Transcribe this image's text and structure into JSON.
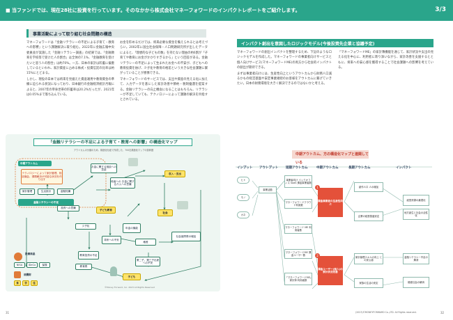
{
  "banner": {
    "text": "■ 当ファンドでは、現在28社に投資を行っています。そのなかから株式会社マネーフォワードのインパクトレポートをご紹介します。",
    "page": "3/3"
  },
  "left": {
    "heading": "事業活動によって取り組む社会問題の構造",
    "paragraphs": [
      "マネーフォワードは「金融リテラシーの不足による子育て・教育への影響」という課題解決に取り組む。2022年に金融広報中央委員会が実施した「金融リテラシー調査」の結果では、「金融教育を学校等で受けた人の割合」は全体の7.1%、「金融教育を受けたいと思う人の割合」は約70%。一方、日本の家計は貯蓄に偏重しているといわれ、家計資産に占める株式・投資信託の比率は約15%にとどまる。",
      "しかし、現役の日本では将来を見据えた資産運用や教育資金の準備に迫られる状況になっており、日本銀行の金融経済統計月報によると、2007年の単身世帯の貯蓄率は20.2%だったが、2021年は0.05%まで落ち込んでいる。",
      "お金を貯めるだけでは、将来必要な資金を備えられるとは考えづらい。2002年に国立社会保障・人口問題研究所が出したデータによると、「理想的な子どもの数」を持たない理由の約6割が「子育てや教育にお金がかかりすぎるから」という回答がある。金融リテラシーの不足によって生まれたお金への不安が、子どもへの教育投資を妨げ、少子化や教育の格差という大きな社会課題に繋がっていることが想像できる。",
      "マネーフォワードのサービスでは、支出や資産の見える化に加えて、入力データを基にした家計改善や節約・税制優遇を提案する。金融リテラシーの向上機会になることはもちろん、リテラシーが不足していても、テクノロジーによって課題の解決を目指すとされている。"
    ]
  },
  "right_text": {
    "heading": "インパクト創出を意図したロジックモデル(今後投資先企業と協議予定)",
    "paragraphs": [
      "マネーフォワードの創出インパクトを整理するため、下記のようなロジックモデルを作成した。マネーフォワードの事業者向けサービスと個人向けサービス(マネーフォワードME)の両方から社会的インパクトの創出が期待できる。",
      "まずは事業者向けには、生産性向上というアウトカムから財務人口減るかもの経営基盤や安定事業継続のお客様をアウトカムに繋げていきたい。日本の財務環境を大きく解決できるのではないかと考える。",
      "「マネーフォワードME」の家計簿機能を通じて、家計状況や支出の見える化を中心に、利用者に寄り添いながら、家計改善を支援するとともに、将来への安心感を獲得することで社会課題への影響を考えている。"
    ]
  },
  "diagram": {
    "title": "「金融リテラシーの不足による子育て・教育への影響」の構造化マップ",
    "subtitle": "アウトカムの分類のため、構造化を経て作成した、700社構造化マップの抜粋図",
    "center": "金融リテラシーの不足",
    "orange": "テクノロジーによって家計管理、相談機会、課題解決が可能な状況を作り出す",
    "nodes": {
      "outcome_label": "中期アウトカム",
      "kakei": "家計管理",
      "seikatsu": "生活設計",
      "kinyu": "金融知識",
      "toushi": "投資への意識",
      "okane_sodan": "お金に関する相談への意欲",
      "shakai": "社会",
      "kojin_tanshi": "収入・支出",
      "tasha": "他者への お金に関する介入への意識",
      "kodomo_kyoiku": "子ども教育",
      "nenkin": "年金の機能",
      "fuan_shoshi": "少子化",
      "shorai_fuan": "将来への不安",
      "kyoikuhi": "教育費",
      "kyoiku_shishutsu": "教育投資の不足",
      "kaku": "格差",
      "seifu": "社会保障費の増加",
      "daini": "第二子、第三子出産への不安",
      "kodomo": "子ども"
    },
    "labels": {
      "toushi_shohin": "投資商品",
      "nisa": "NISA",
      "ideco": "iDeCo",
      "hoken": "保険",
      "shohi": "消費財",
      "shoku": "食",
      "i": "衣",
      "ju": "住"
    },
    "footer": "©Money Forward, Inc. 2023 All Rights Reserved"
  },
  "logic": {
    "heading": "中期アウトカム、方の構造化マップと連関している",
    "columns": [
      "インプット",
      "アウトプット",
      "短期アウトカム",
      "中期アウトカム",
      "長期アウトカム",
      "インパクト"
    ],
    "inputs": [
      "ヒト",
      "モノ",
      "カネ"
    ],
    "outputs": [
      "事業活動"
    ],
    "short": [
      "事業者向け バックオフィス SaaS 課金事業者数",
      "マネーフォワードクラウド利用数",
      "マネーフォワード ME 利用者数",
      "マネーフォワードME 課金ユーザー数",
      "「マネーフォワードME」家計簿 利用者数"
    ],
    "mid_red": [
      "課金事業者の生産性向上",
      "課金ユーザー(個人)の家計状況改善"
    ],
    "long": [
      "創作人口 人の増加",
      "企業の経営基盤安定",
      "家計管理スキルの向上 との安心感",
      "家族の生活の安定"
    ],
    "impact": [
      "経営資源の最適化",
      "地方創生と社会の活性化",
      "金融リテラシー不足の解消",
      "格差社会の解消"
    ]
  },
  "pages": {
    "left": "31",
    "right": "32"
  },
  "copyright": "(2023)©MONEYFORWARD Co.,LTD. All Rights reserved."
}
